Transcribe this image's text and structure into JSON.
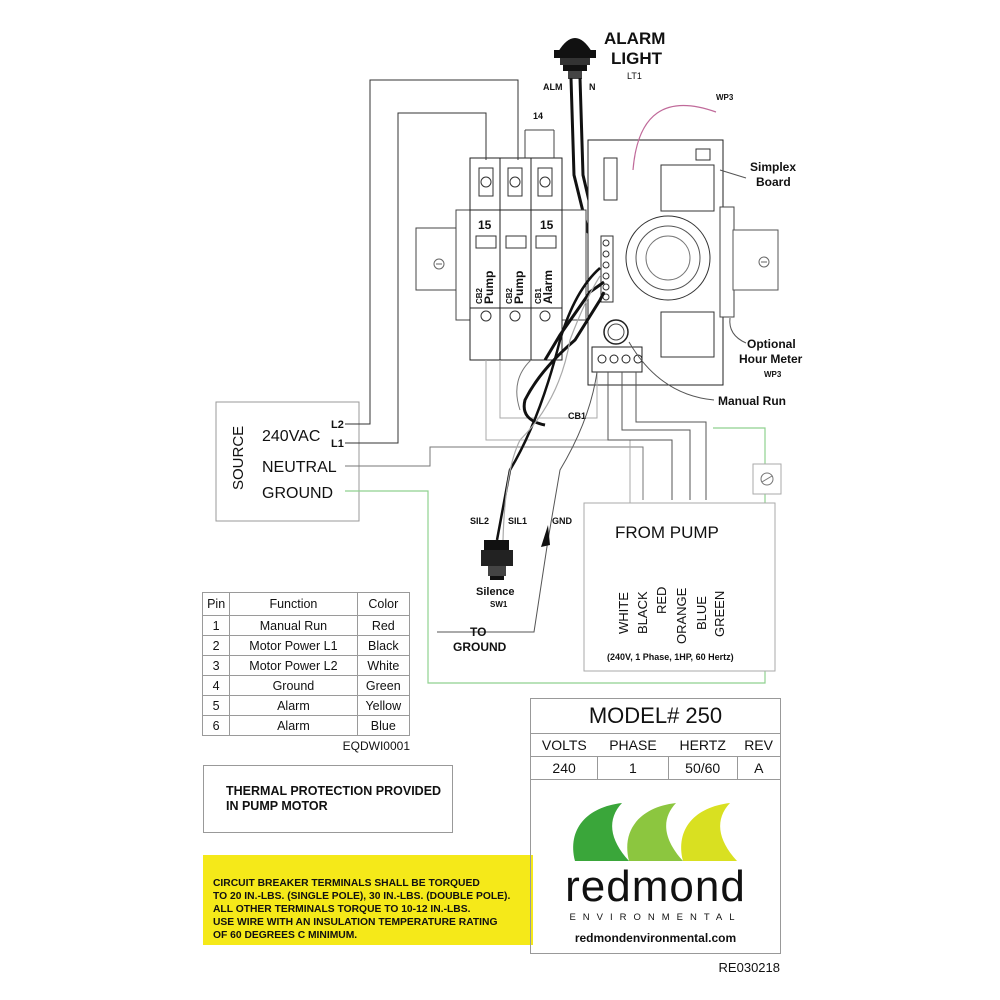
{
  "alarm_light": {
    "title_1": "ALARM",
    "title_2": "LIGHT",
    "id": "LT1",
    "alm": "ALM",
    "n": "N",
    "wp3_top": "WP3"
  },
  "simplex_board": {
    "label_1": "Simplex",
    "label_2": "Board"
  },
  "hour_meter": {
    "label_1": "Optional",
    "label_2": "Hour Meter",
    "id": "WP3"
  },
  "manual_run": "Manual Run",
  "breaker": {
    "top_label": "14",
    "ratings": [
      "15",
      "15"
    ],
    "cb2a_id": "CB2",
    "cb2a_name": "Pump",
    "cb2b_id": "CB2",
    "cb2b_name": "Pump",
    "cb1_id": "CB1",
    "cb1_name": "Alarm",
    "cb1_wire": "CB1"
  },
  "source": {
    "title": "SOURCE",
    "vac": "240VAC",
    "l2": "L2",
    "l1": "L1",
    "neutral": "NEUTRAL",
    "ground": "GROUND"
  },
  "silence": {
    "sil2": "SIL2",
    "sil1": "SIL1",
    "gnd": "GND",
    "label": "Silence",
    "id": "SW1"
  },
  "to_ground": {
    "line_1": "TO",
    "line_2": "GROUND"
  },
  "from_pump": {
    "title": "FROM PUMP",
    "wires": [
      "WHITE",
      "BLACK",
      "RED",
      "ORANGE",
      "BLUE",
      "GREEN"
    ],
    "spec": "(240V, 1 Phase, 1HP, 60 Hertz)"
  },
  "pin_table": {
    "headers": [
      "Pin",
      "Function",
      "Color"
    ],
    "rows": [
      [
        "1",
        "Manual Run",
        "Red"
      ],
      [
        "2",
        "Motor Power L1",
        "Black"
      ],
      [
        "3",
        "Motor Power L2",
        "White"
      ],
      [
        "4",
        "Ground",
        "Green"
      ],
      [
        "5",
        "Alarm",
        "Yellow"
      ],
      [
        "6",
        "Alarm",
        "Blue"
      ]
    ],
    "code": "EQDWI0001"
  },
  "thermal": {
    "line_1": "THERMAL PROTECTION PROVIDED",
    "line_2": "IN PUMP MOTOR"
  },
  "warning": {
    "lines": [
      "CIRCUIT BREAKER TERMINALS SHALL BE TORQUED",
      " TO 20 IN.-LBS. (SINGLE POLE), 30 IN.-LBS. (DOUBLE POLE).",
      " ALL OTHER TERMINALS TORQUE TO 10-12 IN.-LBS.",
      " USE WIRE WITH AN INSULATION  TEMPERATURE RATING",
      "OF 60 DEGREES C MINIMUM."
    ]
  },
  "model": {
    "title": "MODEL# 250",
    "spec_headers": [
      "VOLTS",
      "PHASE",
      "HERTZ",
      "REV"
    ],
    "spec_values": [
      "240",
      "1",
      "50/60",
      "A"
    ]
  },
  "brand": {
    "name": "redmond",
    "sub": "ENVIRONMENTAL",
    "url": "redmondenvironmental.com"
  },
  "doc_code": "RE030218",
  "colors": {
    "ground_wire": "#8fd18f",
    "alarm_wire": "#c06a9a",
    "warning_bg": "#f5e919",
    "leaf_1": "#3aa63a",
    "leaf_2": "#8cc63f",
    "leaf_3": "#d9e021"
  }
}
